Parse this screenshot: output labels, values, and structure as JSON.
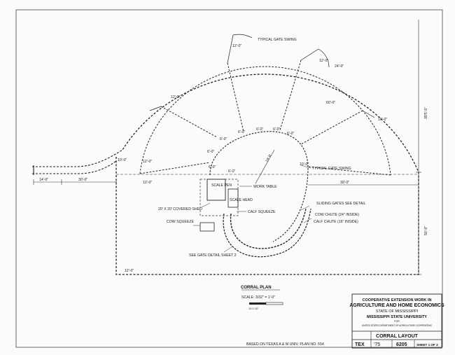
{
  "dimensions": {
    "gate_top": "12'-0\"",
    "gate_top_right": "12'-0\"",
    "span_24": "24'-0\"",
    "span_60": "60'-0\"",
    "gate_right": "10'-0\"",
    "gate_left_upper": "12'-0\"",
    "lane_width": "10'-0\"",
    "left_12a": "12'-0\"",
    "left_12b": "12'-0\"",
    "inner_6a": "6'-0\"",
    "inner_6b": "6'-0\"",
    "inner_6c": "6'-0\"",
    "inner_6d": "6'-0\"",
    "inner_6e": "6'-0\"",
    "inner_6f": "6'-0\"",
    "inner_6g": "6'-0\"",
    "inner_6h": "6'-0\"",
    "radius_19": "19' R",
    "inner_10": "10'-0\"",
    "entry_14": "14'-0\"",
    "entry_30": "30'-0\"",
    "right_39": "39'-0\"",
    "vertical_395": "39'5'-0\"",
    "vertical_50": "50'-0\"",
    "bottom_left_12": "12'-0\""
  },
  "labels": {
    "typical_gate_swing_top": "TYPICAL GATE SWING",
    "typical_gate_swing_mid": "TYPICAL GATE SWING",
    "scale_pen": "SCALE PEN",
    "scale_head": "SCALE HEAD",
    "work_table": "WORK TABLE",
    "covered_shed": "20' X 20' COVERED SHED",
    "calf_squeeze": "CALF SQUEEZE",
    "cow_squeeze": "COW SQUEEZE",
    "sliding_gates": "SLIDING GATES SEE DETAIL",
    "cow_chute": "COW CHUTE  (24\" INSIDE)",
    "calf_chute": "CALF CHUTE  (16\" INSIDE)",
    "gate_detail": "SEE GATE DETAIL SHEET 2"
  },
  "plan": {
    "title": "CORRAL PLAN",
    "scale": "SCALE: 3/32\" = 1'-0\"",
    "scale_bar": "10  0  10'"
  },
  "title_block": {
    "line1": "COOPERATIVE EXTENSION WORK IN",
    "line2": "AGRICULTURE AND HOME ECONOMICS",
    "line3": "STATE OF MISSISSIPPI",
    "line4": "MISSISSIPPI STATE UNIVERSITY",
    "line5": "FOR",
    "line6": "UNITED STATES DEPARTMENT OF AGRICULTURE COOPERATING",
    "drawing_title": "CORRAL LAYOUT",
    "code": "TEX",
    "year": "'75",
    "number": "6205",
    "sheet": "SHEET 1 OF 2"
  },
  "footer": "BASED ON TEXAS  A & M  UNIV. PLAN NO. 554"
}
